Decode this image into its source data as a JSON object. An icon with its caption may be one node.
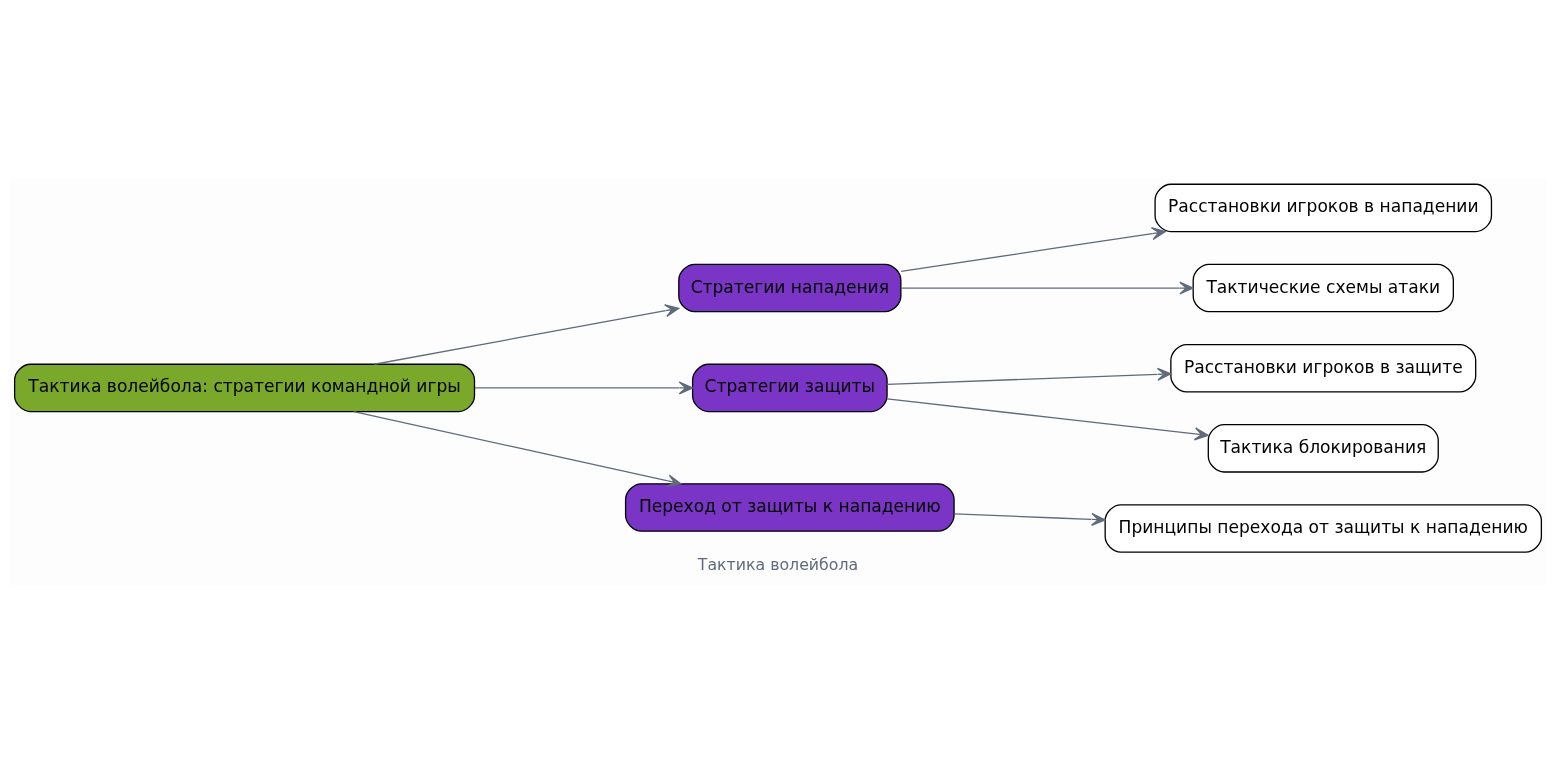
{
  "diagram": {
    "caption": "Тактика волейбола",
    "nodes": [
      {
        "text": [
          "Тактика волейбола: стратегии командной игры"
        ]
      },
      {
        "text": [
          "Стратегии нападения"
        ]
      },
      {
        "text": [
          "Стратегии защиты"
        ]
      },
      {
        "text": [
          "Переход от защиты к нападению"
        ]
      },
      {
        "text": [
          "Расстановки игроков в нападении"
        ]
      },
      {
        "text": [
          "Тактические схемы атаки"
        ]
      },
      {
        "text": [
          "Расстановки игроков в защите"
        ]
      },
      {
        "text": [
          "Тактика блокирования"
        ]
      },
      {
        "text": [
          "Принципы перехода от защиты к нападению"
        ]
      }
    ],
    "edges": [
      {
        "from": 0,
        "to": 1,
        "arrow": "to"
      },
      {
        "from": 0,
        "to": 2,
        "arrow": "to"
      },
      {
        "from": 0,
        "to": 3,
        "arrow": "to"
      },
      {
        "from": 1,
        "to": 4,
        "arrow": "to"
      },
      {
        "from": 1,
        "to": 5,
        "arrow": "to"
      },
      {
        "from": 2,
        "to": 6,
        "arrow": "to"
      },
      {
        "from": 2,
        "to": 7,
        "arrow": "to"
      },
      {
        "from": 3,
        "to": 8,
        "arrow": "to"
      }
    ]
  }
}
